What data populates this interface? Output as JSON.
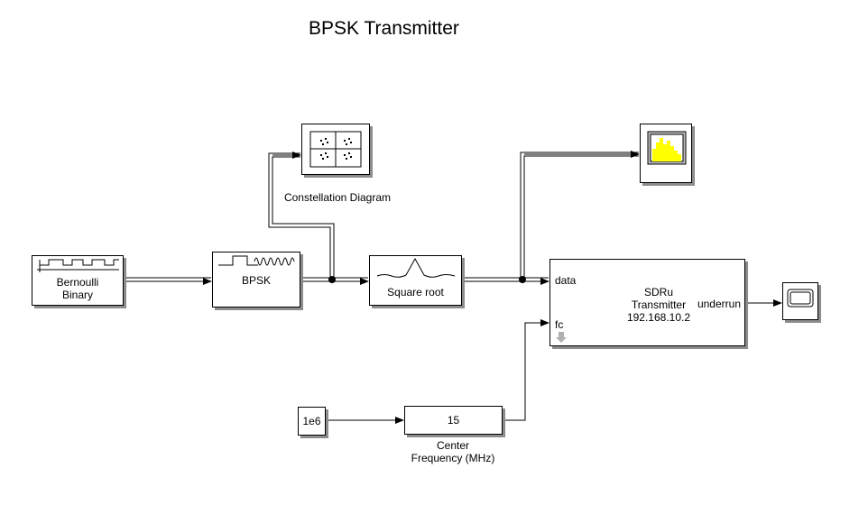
{
  "title": "BPSK Transmitter",
  "blocks": {
    "bernoulli": {
      "label_line1": "Bernoulli",
      "label_line2": "Binary"
    },
    "bpsk": {
      "label": "BPSK"
    },
    "constellation": {
      "caption": "Constellation Diagram"
    },
    "square_root": {
      "label": "Square root"
    },
    "sdru": {
      "label_line1": "SDRu",
      "label_line2": "Transmitter",
      "label_line3": "192.168.10.2",
      "port_data": "data",
      "port_fc": "fc",
      "port_underrun": "underrun"
    },
    "constant": {
      "value": "1e6"
    },
    "gain": {
      "value": "15",
      "caption_line1": "Center",
      "caption_line2": "Frequency (MHz)"
    }
  },
  "colors": {
    "spectrum_bars": "#ffff00",
    "spectrum_bg": "#bfbfbf",
    "shadow": "#8c8c8c"
  }
}
